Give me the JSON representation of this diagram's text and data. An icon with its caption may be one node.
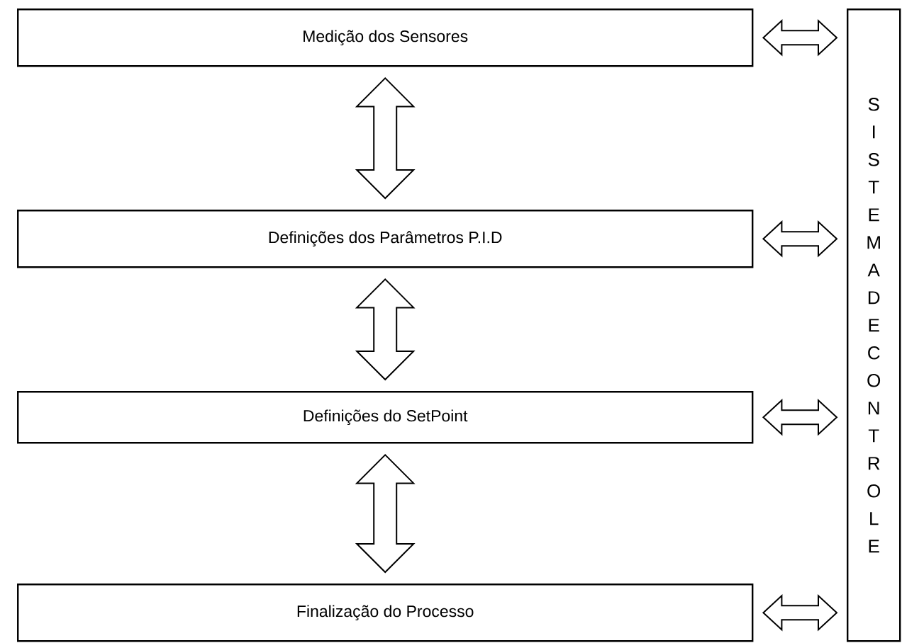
{
  "diagram": {
    "nodes": [
      {
        "text": [
          "Medição dos Sensores"
        ]
      },
      {
        "text": [
          "Definições dos Parâmetros P.I.D"
        ]
      },
      {
        "text": [
          "Definições do SetPoint"
        ]
      },
      {
        "text": [
          "Finalização do Processo"
        ]
      },
      {
        "text": [
          "SISTEMA DE CONTROLE"
        ]
      }
    ],
    "edges": [
      {
        "from": 0,
        "to": 1,
        "arrow": "both"
      },
      {
        "from": 1,
        "to": 2,
        "arrow": "both"
      },
      {
        "from": 2,
        "to": 3,
        "arrow": "both"
      },
      {
        "from": 0,
        "to": 4,
        "arrow": "both"
      },
      {
        "from": 1,
        "to": 4,
        "arrow": "both"
      },
      {
        "from": 2,
        "to": 4,
        "arrow": "both"
      },
      {
        "from": 3,
        "to": 4,
        "arrow": "both"
      }
    ]
  }
}
